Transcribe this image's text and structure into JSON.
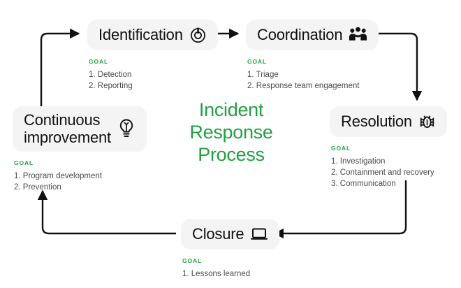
{
  "diagram": {
    "center_title": "Incident\nResponse\nProcess",
    "goal_heading": "GOAL",
    "accent_green": "#22a043",
    "chip_bg": "#f4f4f5",
    "line_color": "#111111",
    "nodes": [
      {
        "id": "identification",
        "label": "Identification",
        "icon": "power-alert-icon",
        "goals": [
          "1. Detection",
          "2. Reporting"
        ]
      },
      {
        "id": "coordination",
        "label": "Coordination",
        "icon": "people-group-icon",
        "goals": [
          "1. Triage",
          "2. Response team engagement"
        ]
      },
      {
        "id": "resolution",
        "label": "Resolution",
        "icon": "bug-icon",
        "goals": [
          "1. Investigation",
          "2. Containment and recovery",
          "3. Communication"
        ]
      },
      {
        "id": "closure",
        "label": "Closure",
        "icon": "laptop-icon",
        "goals": [
          "1. Lessons learned"
        ]
      },
      {
        "id": "improvement",
        "label": "Continuous\nimprovement",
        "icon": "lightbulb-icon",
        "goals": [
          "1. Program development",
          "2. Prevention"
        ]
      }
    ]
  }
}
